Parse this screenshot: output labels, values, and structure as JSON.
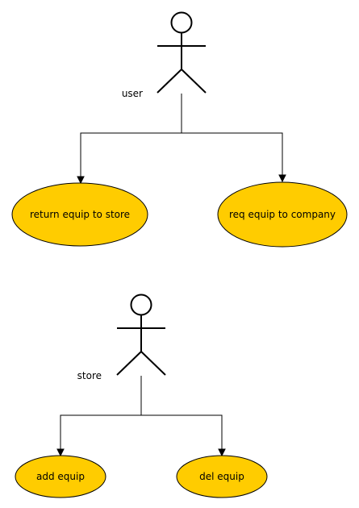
{
  "colors": {
    "usecase_fill": "#FFCC00",
    "line": "#000000"
  },
  "diagram": {
    "actors": [
      {
        "id": "user",
        "label": "user"
      },
      {
        "id": "store",
        "label": "store"
      }
    ],
    "use_cases": [
      {
        "id": "return-equip-to-store",
        "label": "return equip to store",
        "actor": "user"
      },
      {
        "id": "req-equip-to-company",
        "label": "req equip to company",
        "actor": "user"
      },
      {
        "id": "add-equip",
        "label": "add equip",
        "actor": "store"
      },
      {
        "id": "del-equip",
        "label": "del equip",
        "actor": "store"
      }
    ]
  }
}
